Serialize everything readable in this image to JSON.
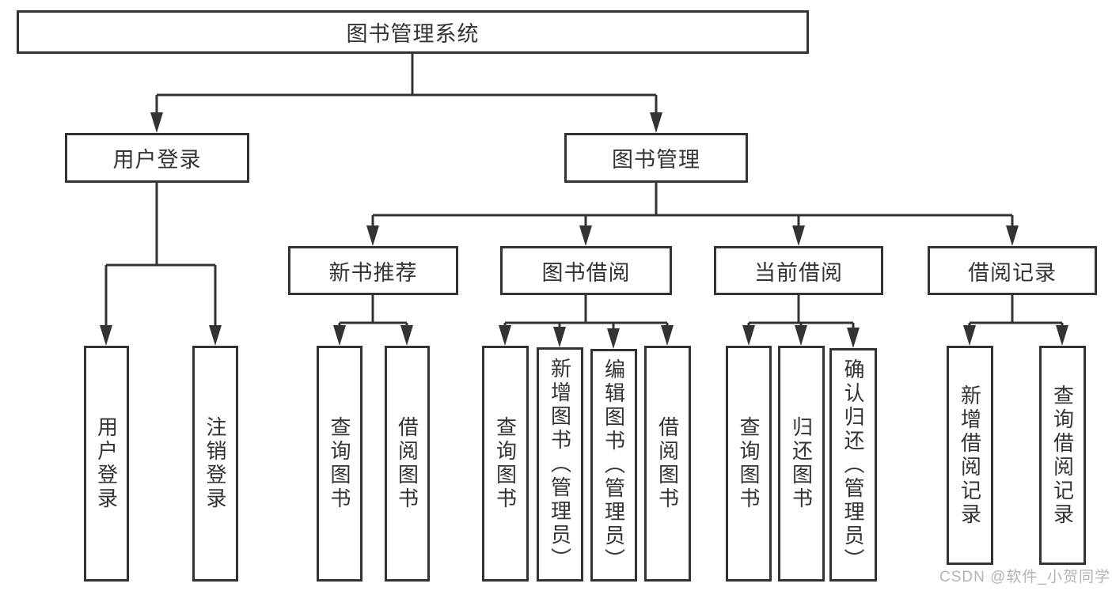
{
  "diagram": {
    "root": "图书管理系统",
    "branches": [
      {
        "label": "用户登录",
        "children": [
          "用户登录",
          "注销登录"
        ]
      },
      {
        "label": "图书管理",
        "modules": [
          {
            "label": "新书推荐",
            "children": [
              "查询图书",
              "借阅图书"
            ]
          },
          {
            "label": "图书借阅",
            "children": [
              "查询图书",
              "新增图书（管理员）",
              "编辑图书（管理员）",
              "借阅图书"
            ]
          },
          {
            "label": "当前借阅",
            "children": [
              "查询图书",
              "归还图书",
              "确认归还（管理员）"
            ]
          },
          {
            "label": "借阅记录",
            "children": [
              "新增借阅记录",
              "查询借阅记录"
            ]
          }
        ]
      }
    ]
  },
  "watermark": {
    "text": "CSDN @软件_小贺同学"
  },
  "colors": {
    "line": "#333333",
    "text": "#333333",
    "watermark": "#b3b3b3",
    "background": "#ffffff"
  }
}
